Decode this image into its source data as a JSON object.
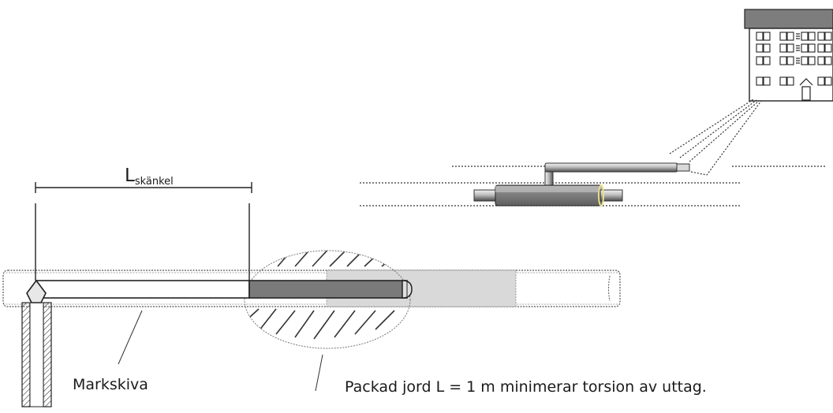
{
  "labels": {
    "length_symbol": "L",
    "length_subscript": "skänkel",
    "ground_plate": "Markskiva",
    "packed_soil_note": "Packad jord L = 1 m minimerar torsion av uttag."
  },
  "colors": {
    "outline": "#222222",
    "pipe_light": "#ebebeb",
    "pipe_dark": "#7a7a7a",
    "soil_grey": "#d6d6d6",
    "weld_yellow": "#e8e08a"
  }
}
